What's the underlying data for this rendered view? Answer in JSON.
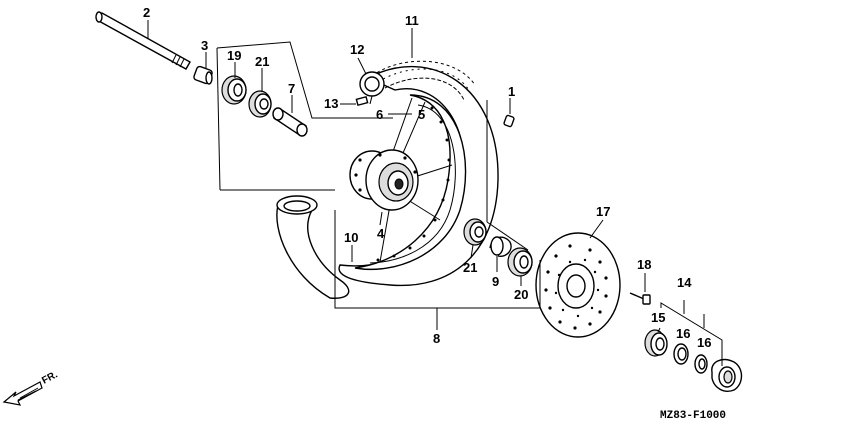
{
  "diagram": {
    "drawing_code": "MZ83-F1000",
    "direction_label": "FR.",
    "callouts": [
      {
        "id": "c1",
        "text": "1"
      },
      {
        "id": "c2",
        "text": "2"
      },
      {
        "id": "c3",
        "text": "3"
      },
      {
        "id": "c4",
        "text": "4"
      },
      {
        "id": "c5",
        "text": "5"
      },
      {
        "id": "c6",
        "text": "6"
      },
      {
        "id": "c7",
        "text": "7"
      },
      {
        "id": "c8",
        "text": "8"
      },
      {
        "id": "c9",
        "text": "9"
      },
      {
        "id": "c10",
        "text": "10"
      },
      {
        "id": "c11",
        "text": "11"
      },
      {
        "id": "c12",
        "text": "12"
      },
      {
        "id": "c13",
        "text": "13"
      },
      {
        "id": "c14",
        "text": "14"
      },
      {
        "id": "c15",
        "text": "15"
      },
      {
        "id": "c16a",
        "text": "16"
      },
      {
        "id": "c16b",
        "text": "16"
      },
      {
        "id": "c17",
        "text": "17"
      },
      {
        "id": "c18",
        "text": "18"
      },
      {
        "id": "c19",
        "text": "19"
      },
      {
        "id": "c20",
        "text": "20"
      },
      {
        "id": "c21a",
        "text": "21"
      },
      {
        "id": "c21b",
        "text": "21"
      }
    ]
  }
}
